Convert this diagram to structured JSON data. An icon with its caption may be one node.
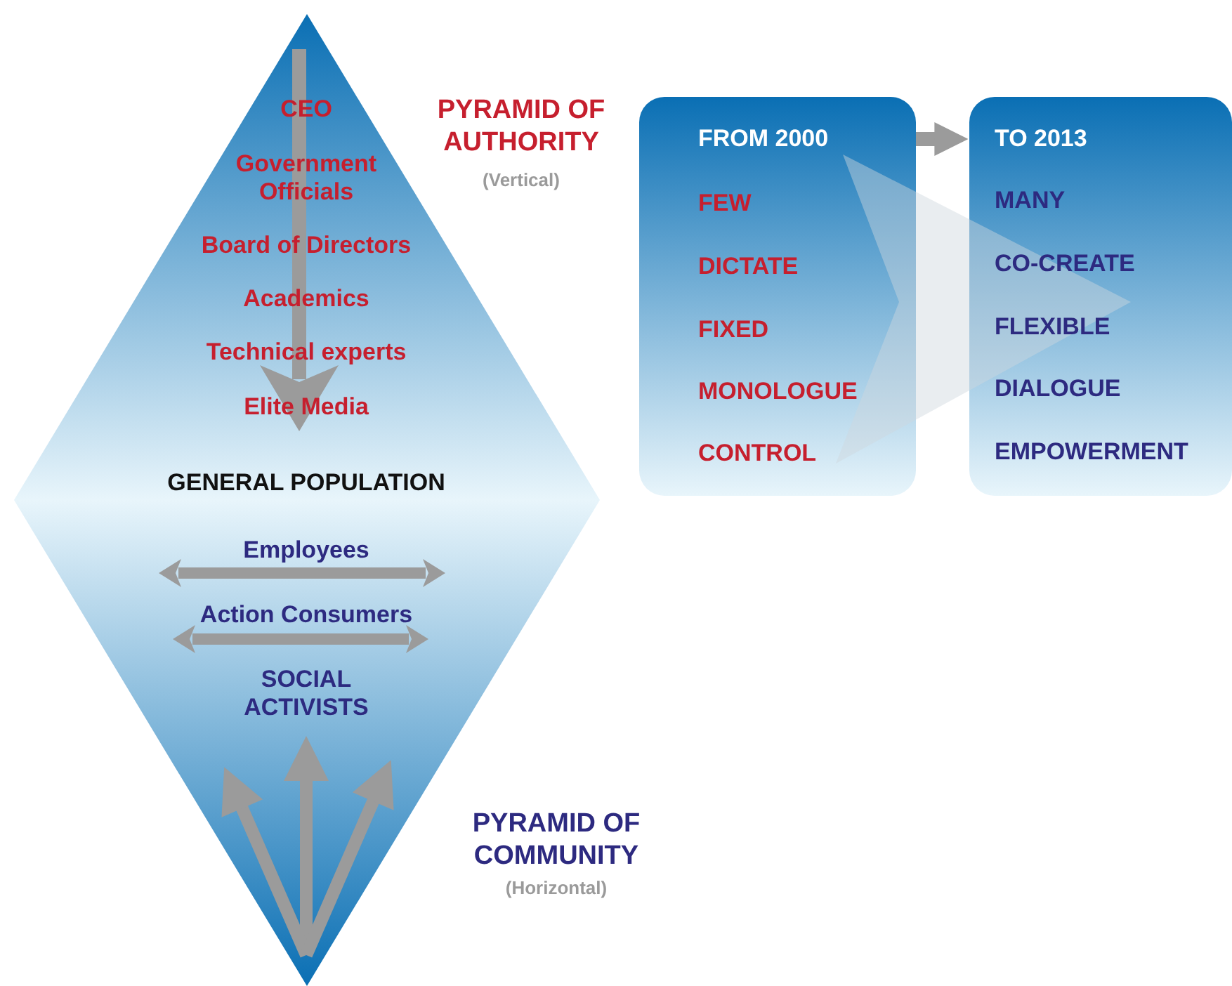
{
  "diagram": {
    "nodes": [
      {
        "text": [
          "CEO",
          "Government Officials",
          "Board of Directors",
          "Academics",
          "Technical experts",
          "Elite Media",
          "GENERAL POPULATION",
          "Employees",
          "Action Consumers",
          "SOCIAL ACTIVISTS"
        ]
      },
      {
        "text": [
          "FROM 2000",
          "FEW",
          "DICTATE",
          "FIXED",
          "MONOLOGUE",
          "CONTROL"
        ]
      },
      {
        "text": [
          "TO 2013",
          "MANY",
          "CO-CREATE",
          "FLEXIBLE",
          "DIALOGUE",
          "EMPOWERMENT"
        ]
      }
    ],
    "edges": [
      {
        "from": 1,
        "to": 2,
        "arrow": "to"
      }
    ],
    "labels": [
      "PYRAMID OF AUTHORITY",
      "(Vertical)",
      "PYRAMID OF COMMUNITY",
      "(Horizontal)"
    ]
  }
}
